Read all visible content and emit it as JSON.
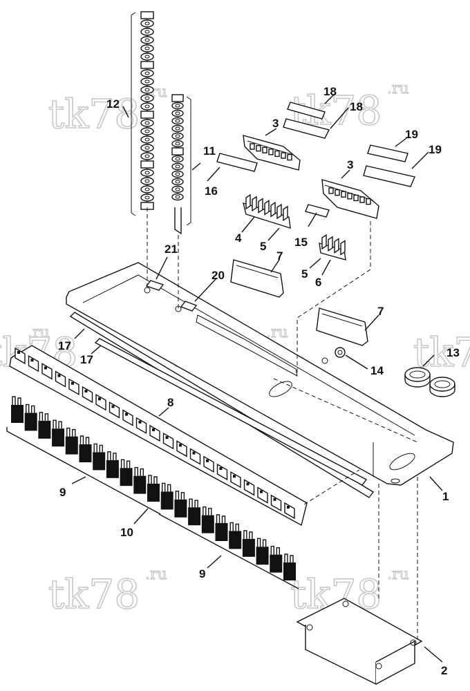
{
  "watermark": {
    "text": "tk78",
    "suffix": ".ru"
  },
  "callouts": {
    "c1": "1",
    "c2": "2",
    "c3a": "3",
    "c3b": "3",
    "c4": "4",
    "c5a": "5",
    "c5b": "5",
    "c6": "6",
    "c7a": "7",
    "c7b": "7",
    "c8": "8",
    "c9a": "9",
    "c9b": "9",
    "c10": "10",
    "c11": "11",
    "c12": "12",
    "c13": "13",
    "c14": "14",
    "c15": "15",
    "c16": "16",
    "c17a": "17",
    "c17b": "17",
    "c18a": "18",
    "c18b": "18",
    "c19a": "19",
    "c19b": "19",
    "c20": "20",
    "c21": "21"
  },
  "colors": {
    "ink": "#111111",
    "watermark": "#c8c8c8",
    "background": "#ffffff"
  }
}
